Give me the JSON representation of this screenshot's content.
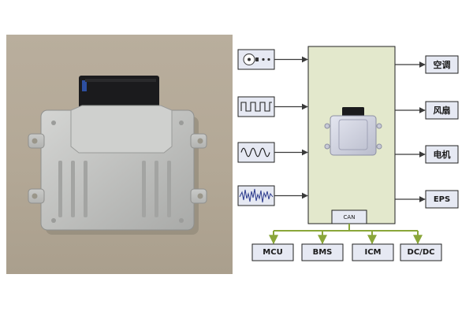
{
  "photo": {
    "alt_icon": "ecu-hardware-photo"
  },
  "diagram": {
    "controller_label": "CAN",
    "inputs": [
      {
        "icon": "trigger-wheel-signal-icon"
      },
      {
        "icon": "square-wave-signal-icon"
      },
      {
        "icon": "sine-wave-signal-icon"
      },
      {
        "icon": "noise-signal-icon"
      }
    ],
    "outputs": [
      {
        "label": "空调"
      },
      {
        "label": "风扇"
      },
      {
        "label": "电机"
      },
      {
        "label": "EPS"
      }
    ],
    "can_nodes": [
      {
        "label": "MCU"
      },
      {
        "label": "BMS"
      },
      {
        "label": "ICM"
      },
      {
        "label": "DC/DC"
      }
    ]
  },
  "colors": {
    "controller_fill": "#e3e8cc",
    "box_fill": "#e6e9f3",
    "bus_color": "#8aa63a",
    "arrow_color": "#3a3a3a",
    "border_color": "#222222"
  }
}
